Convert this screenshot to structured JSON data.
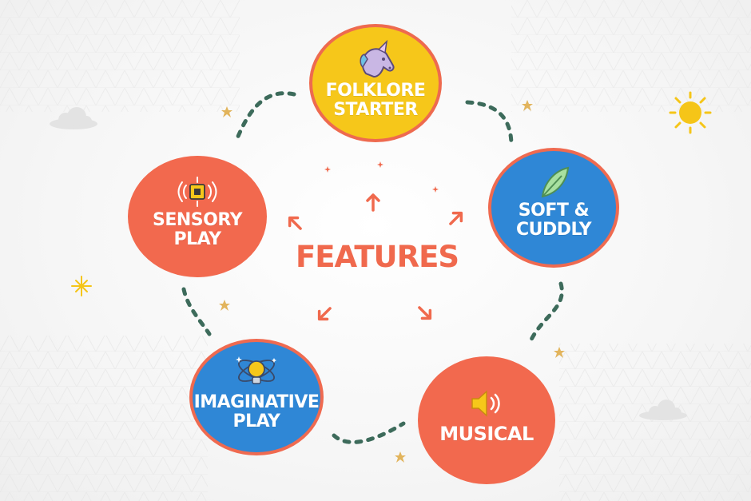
{
  "title": "FEATURES",
  "colors": {
    "orange": "#f2694e",
    "orange_ring": "#ef7b5c",
    "yellow": "#f6c71a",
    "yellow_ring": "#ee6a4f",
    "blue": "#2f87d6",
    "blue_ring": "#ef6a50",
    "path": "#3d6b5b",
    "star": "#e2b45c",
    "sun": "#f5c518",
    "title": "#f0694d"
  },
  "features": [
    {
      "id": "folklore",
      "label": "FOLKLORE\nSTARTER",
      "icon": "unicorn-icon",
      "color": "yellow"
    },
    {
      "id": "soft",
      "label": "SOFT &\nCUDDLY",
      "icon": "feather-icon",
      "color": "blue"
    },
    {
      "id": "musical",
      "label": "MUSICAL",
      "icon": "speaker-icon",
      "color": "orange"
    },
    {
      "id": "imaginative",
      "label": "IMAGINATIVE\nPLAY",
      "icon": "lightbulb-atom-icon",
      "color": "blue"
    },
    {
      "id": "sensory",
      "label": "SENSORY\nPLAY",
      "icon": "sensor-chip-icon",
      "color": "orange"
    }
  ]
}
